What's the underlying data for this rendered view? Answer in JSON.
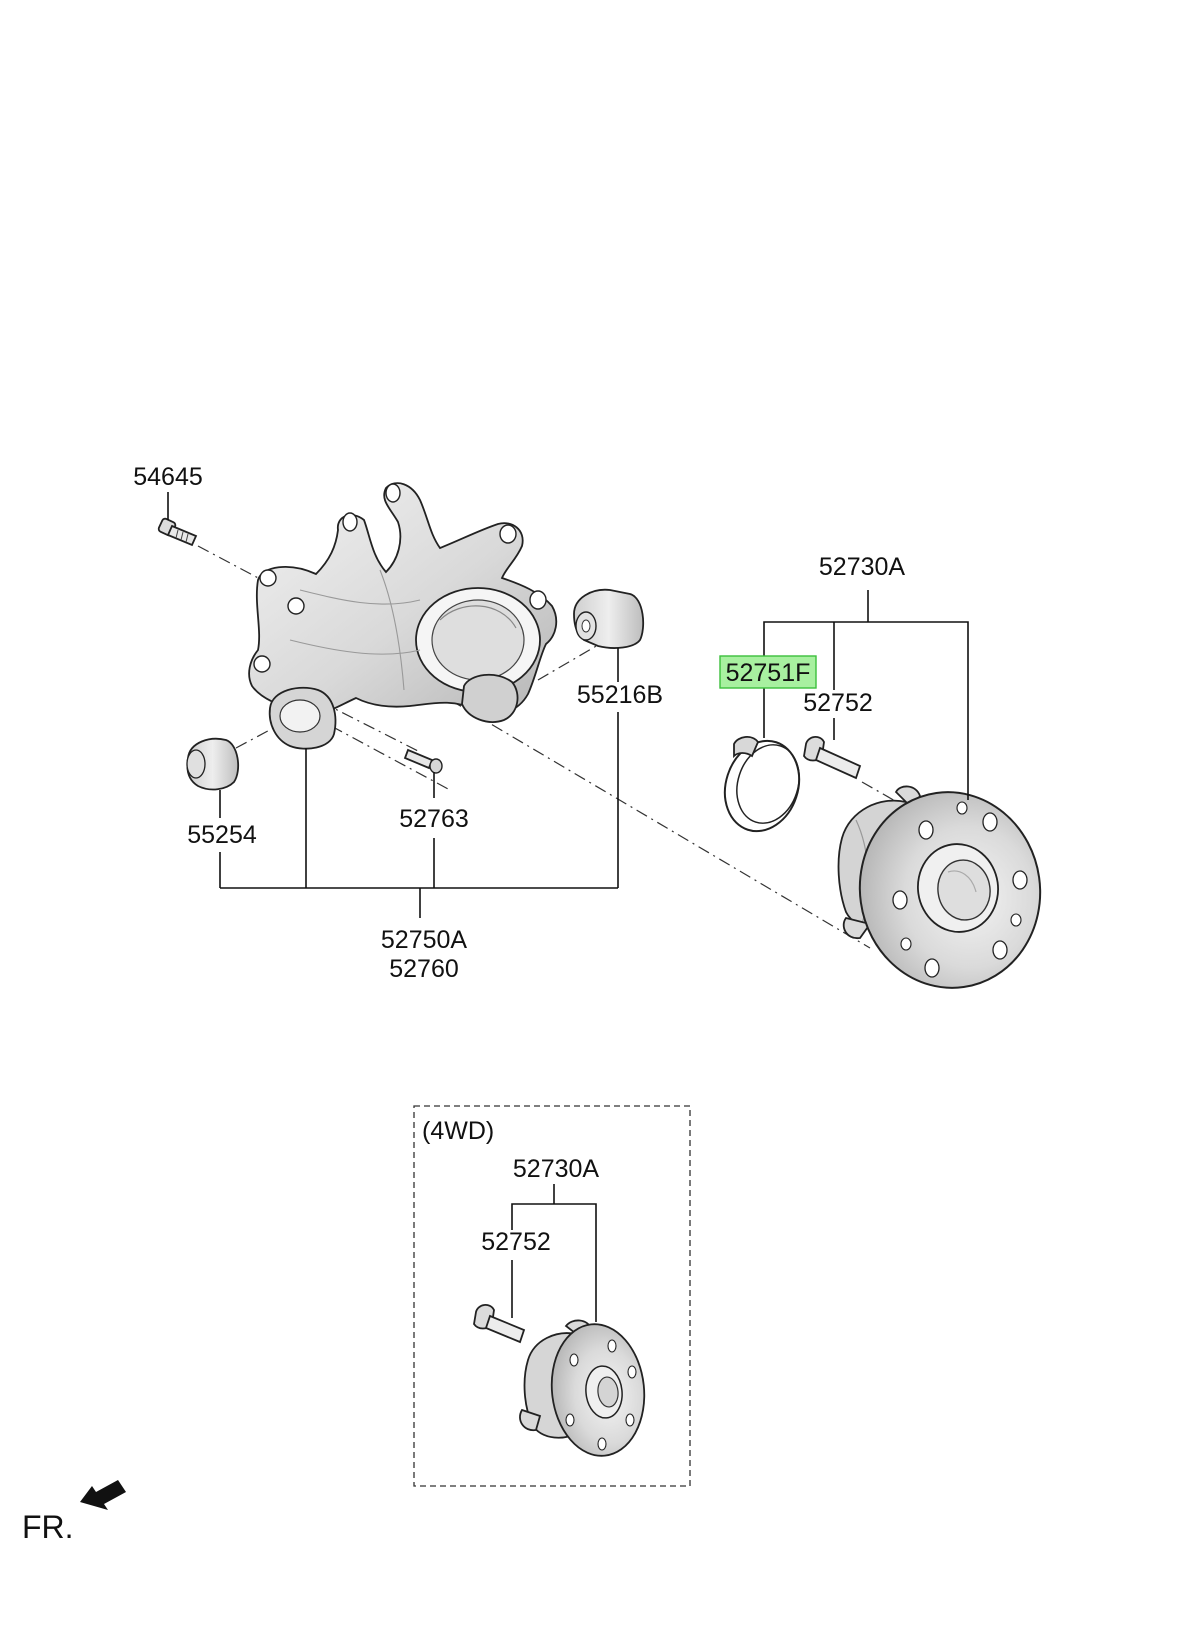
{
  "labels": {
    "p54645": "54645",
    "p52730A_top": "52730A",
    "p52751F": "52751F",
    "p52752_top": "52752",
    "p55216B": "55216B",
    "p55254": "55254",
    "p52763": "52763",
    "p52750A": "52750A",
    "p52760": "52760",
    "box_title": "(4WD)",
    "p52730A_box": "52730A",
    "p52752_box": "52752",
    "fr": "FR."
  },
  "colors": {
    "highlight_fill": "#a8f0a0",
    "highlight_stroke": "#3cbf3c",
    "part_fill": "#e4e4e4",
    "part_shade": "#bdbdbd",
    "line": "#111111"
  }
}
